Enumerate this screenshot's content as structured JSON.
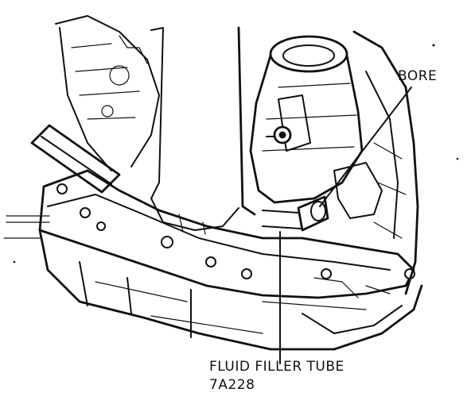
{
  "callouts": {
    "bore": "BORE",
    "fluid_filler_tube": "FLUID FILLER TUBE",
    "part_number": "7A228"
  },
  "colors": {
    "ink": "#111111",
    "paper": "#ffffff"
  }
}
